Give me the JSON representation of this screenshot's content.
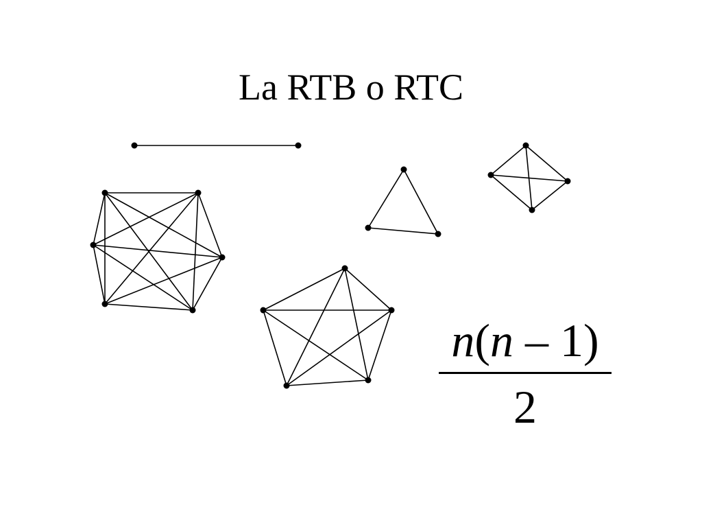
{
  "title": "La RTB o RTC",
  "colors": {
    "stroke": "#000000",
    "background": "#ffffff"
  },
  "graphs": [
    {
      "name": "complete-graph-k2",
      "vertices": 2
    },
    {
      "name": "complete-graph-k3",
      "vertices": 3
    },
    {
      "name": "complete-graph-k4",
      "vertices": 4
    },
    {
      "name": "complete-graph-k5",
      "vertices": 5
    },
    {
      "name": "complete-graph-k6",
      "vertices": 6
    }
  ],
  "formula": {
    "numerator_n1": "n",
    "numerator_open": "(",
    "numerator_n2": "n",
    "numerator_minus": " – ",
    "numerator_one": "1",
    "numerator_close": ")",
    "denominator": "2"
  }
}
